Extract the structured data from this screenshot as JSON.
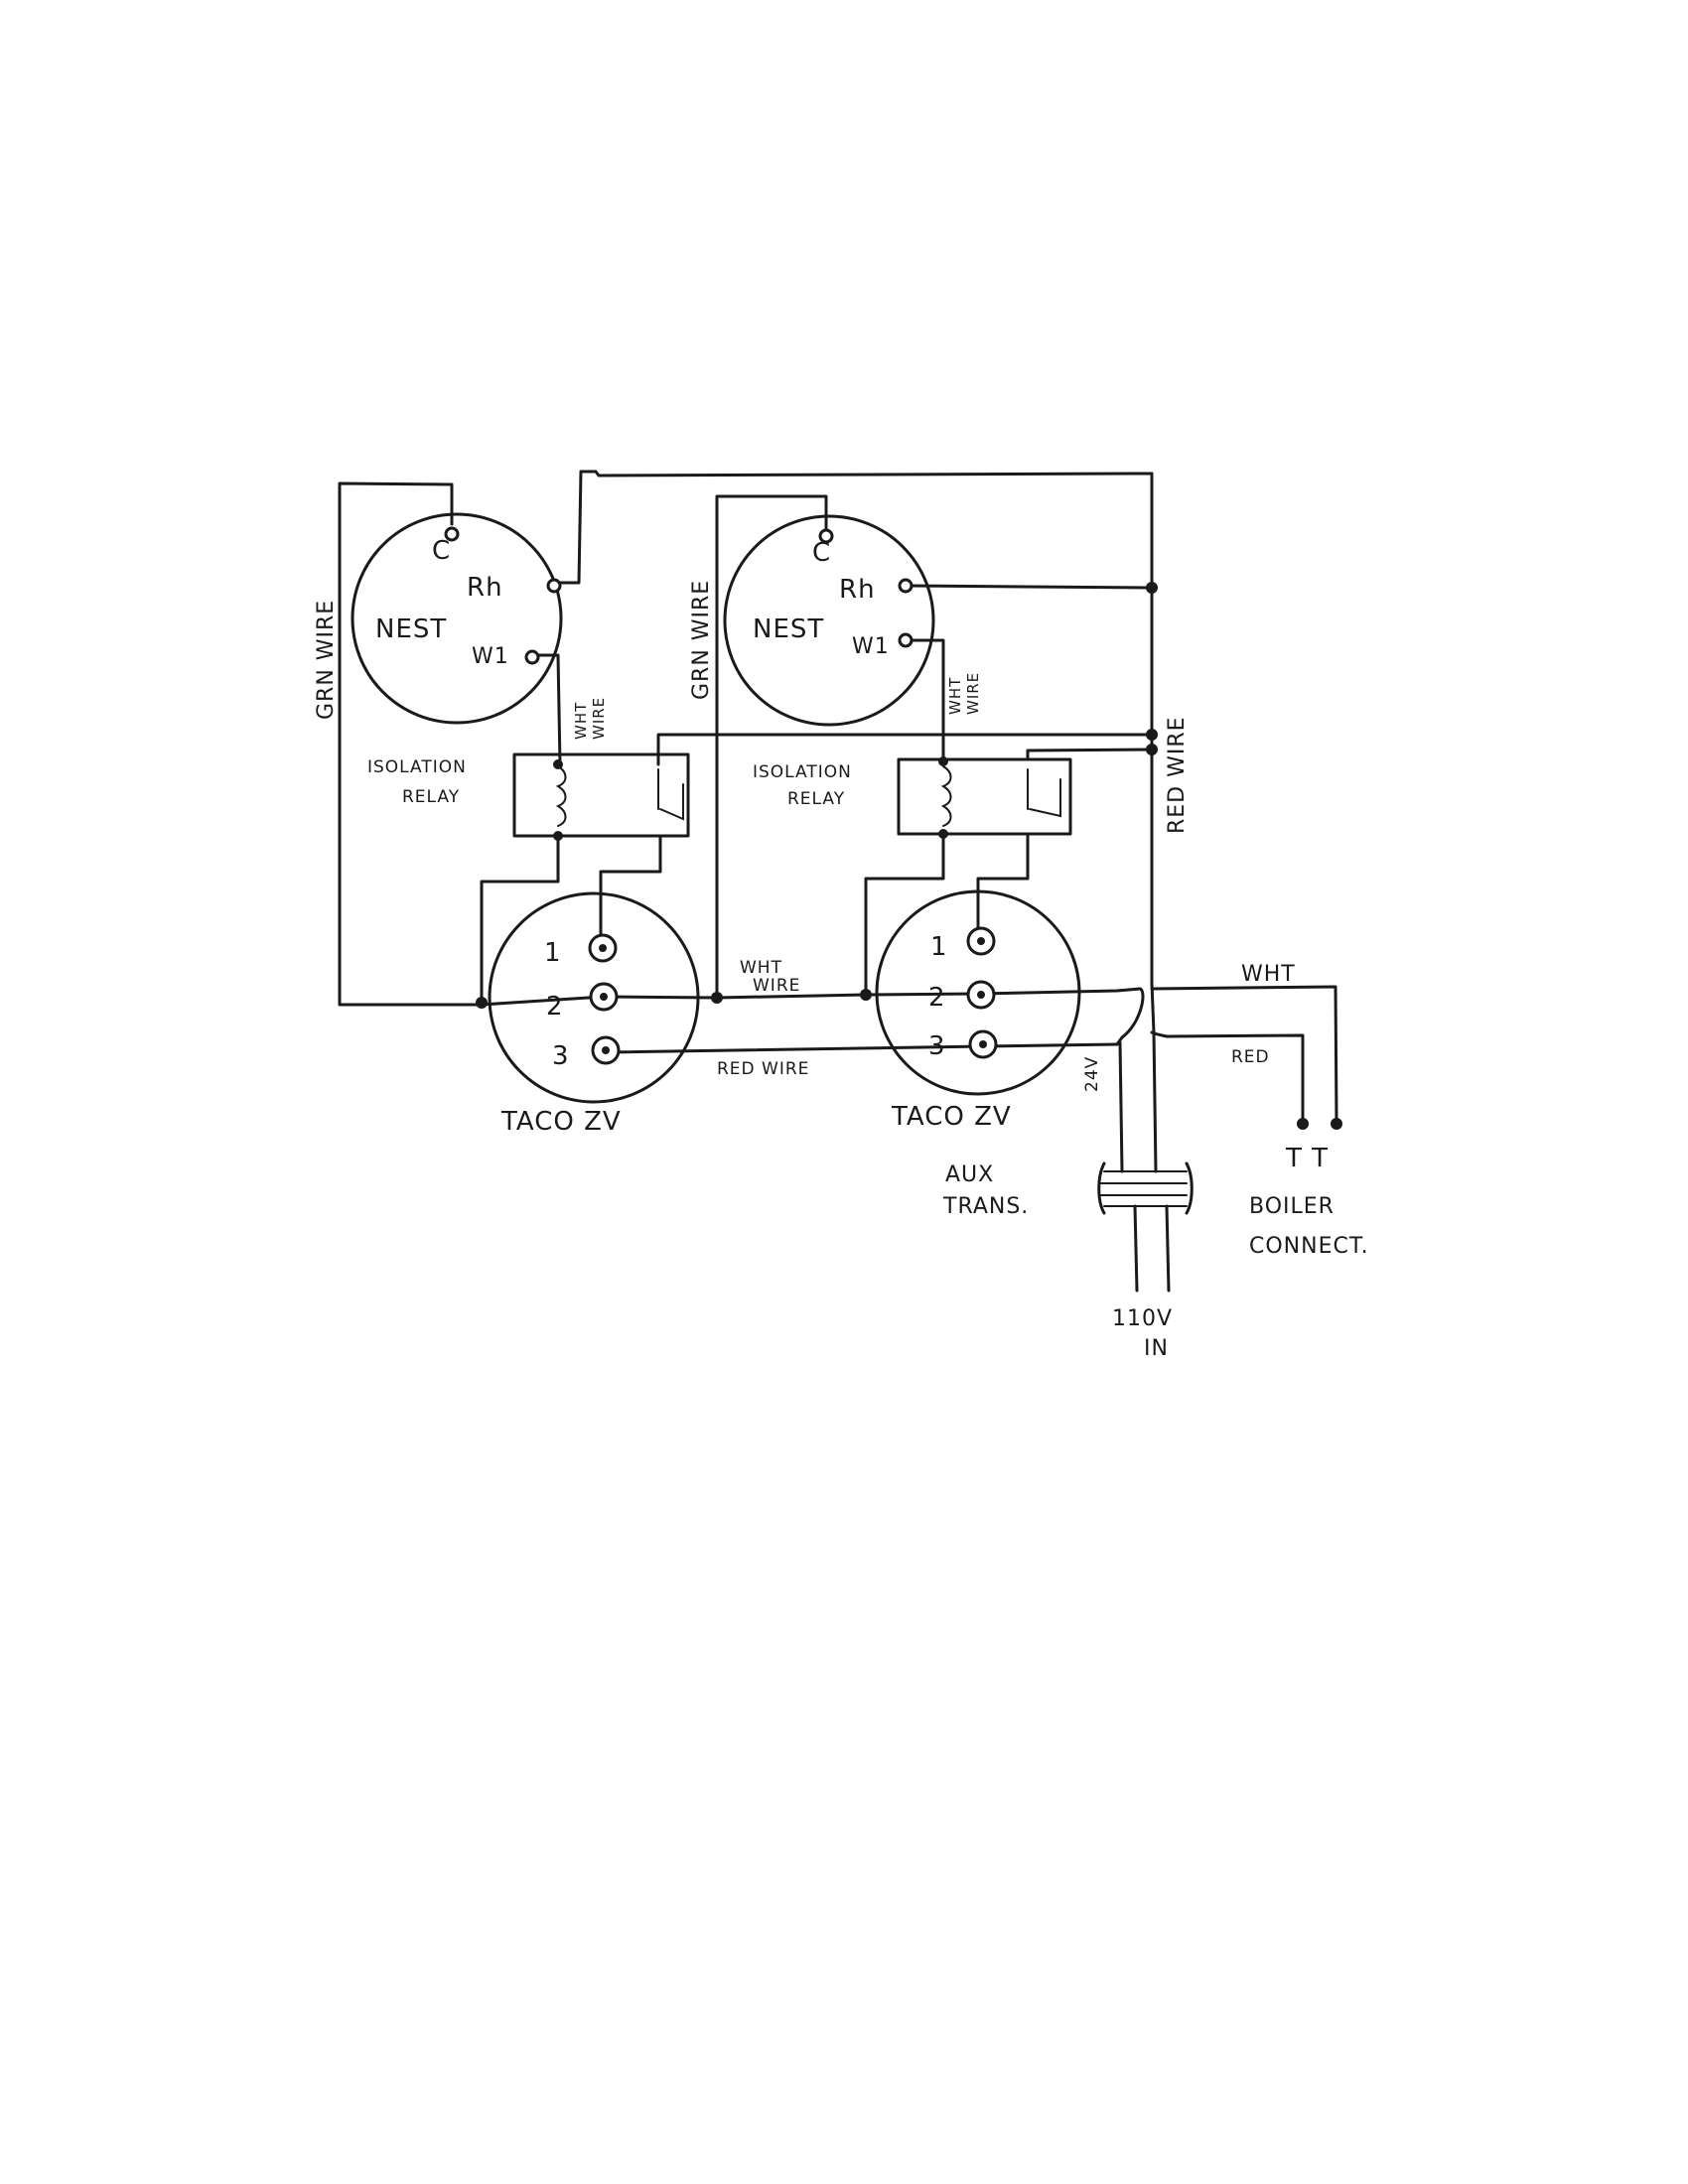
{
  "thermostats": [
    {
      "name": "NEST",
      "terminal_c": "C",
      "terminal_rh": "Rh",
      "terminal_w1": "W1"
    },
    {
      "name": "NEST",
      "terminal_c": "C",
      "terminal_rh": "Rh",
      "terminal_w1": "W1"
    }
  ],
  "relays": [
    {
      "label_line1": "ISOLATION",
      "label_line2": "RELAY"
    },
    {
      "label_line1": "ISOLATION",
      "label_line2": "RELAY"
    }
  ],
  "zone_valves": [
    {
      "name": "TACO ZV",
      "pin1": "1",
      "pin2": "2",
      "pin3": "3"
    },
    {
      "name": "TACO ZV",
      "pin1": "1",
      "pin2": "2",
      "pin3": "3"
    }
  ],
  "wire_labels": {
    "grn_wire": "GRN WIRE",
    "wht_wire_line1": "WHT",
    "wht_wire_line2": "WIRE",
    "red_wire_vertical": "RED WIRE",
    "wht_wire_center_line1": "WHT",
    "wht_wire_center_line2": "WIRE",
    "red_wire_bottom": "RED WIRE",
    "wht": "WHT",
    "red": "RED"
  },
  "transformer": {
    "label_line1": "AUX",
    "label_line2": "TRANS.",
    "secondary_volts": "24V"
  },
  "power_in": {
    "line1": "110V",
    "line2": "IN"
  },
  "boiler": {
    "terminals": "T T",
    "label_line1": "BOILER",
    "label_line2": "CONNECT."
  }
}
